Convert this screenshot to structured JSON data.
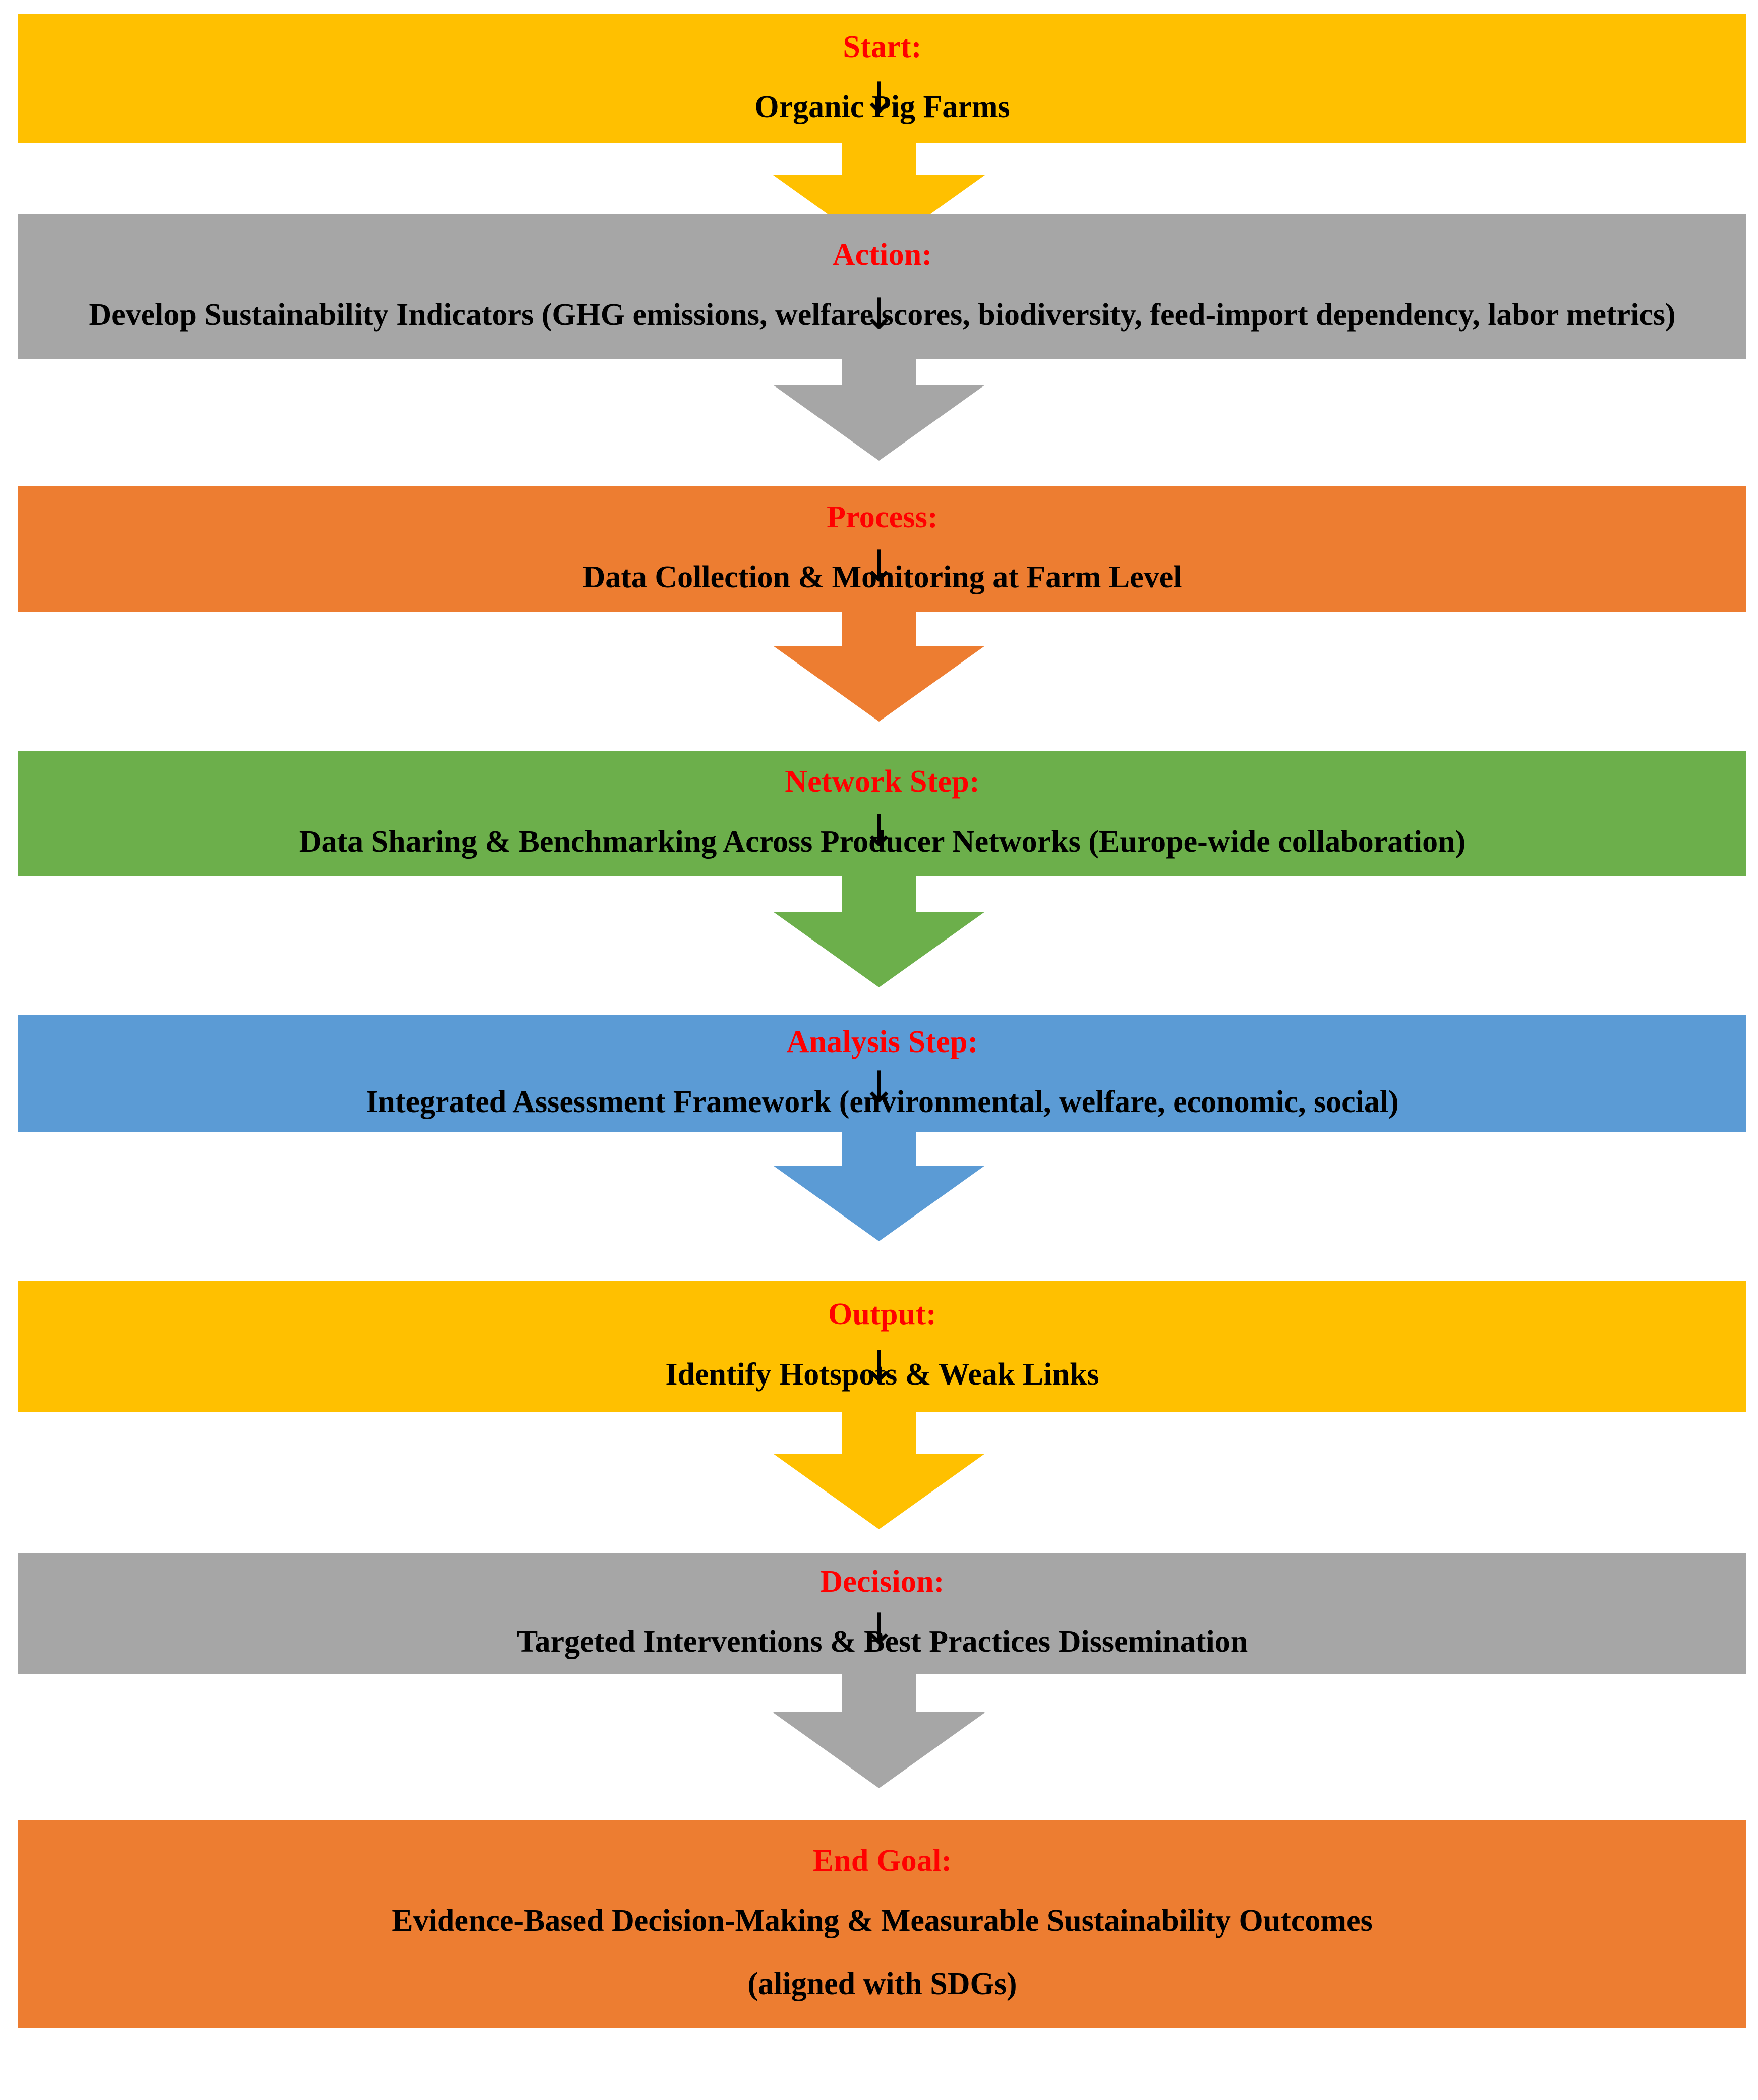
{
  "diagram": {
    "title": "Organic Pig Farm Sustainability Assessment Flowchart",
    "orientation": "top-to-bottom",
    "connector_glyph": "↓",
    "label_color": "#FF0000",
    "text_color": "#000000",
    "background_color": "#FFFFFF",
    "steps": [
      {
        "id": "start",
        "label": "Start:",
        "text": "Organic Pig Farms",
        "color": "#FFC000",
        "color_name": "yellow"
      },
      {
        "id": "action",
        "label": "Action:",
        "text": "Develop Sustainability Indicators (GHG emissions, welfare scores, biodiversity, feed-import dependency, labor metrics)",
        "color": "#A6A6A6",
        "color_name": "gray"
      },
      {
        "id": "process",
        "label": "Process:",
        "text": "Data Collection & Monitoring at Farm Level",
        "color": "#ED7D31",
        "color_name": "orange"
      },
      {
        "id": "network-step",
        "label": "Network Step:",
        "text": "Data Sharing & Benchmarking Across Producer Networks (Europe-wide collaboration)",
        "color": "#6CAF4B",
        "color_name": "green"
      },
      {
        "id": "analysis-step",
        "label": "Analysis Step:",
        "text": "Integrated Assessment Framework (environmental, welfare, economic, social)",
        "color": "#5B9BD5",
        "color_name": "blue"
      },
      {
        "id": "output",
        "label": "Output:",
        "text": "Identify Hotspots & Weak Links",
        "color": "#FFC000",
        "color_name": "yellow"
      },
      {
        "id": "decision",
        "label": "Decision:",
        "text": "Targeted Interventions & Best Practices Dissemination",
        "color": "#A6A6A6",
        "color_name": "gray"
      },
      {
        "id": "end-goal",
        "label": "End Goal:",
        "text": "Evidence-Based Decision-Making & Measurable Sustainability Outcomes",
        "text2": "(aligned with SDGs)",
        "color": "#ED7D31",
        "color_name": "orange"
      }
    ]
  }
}
